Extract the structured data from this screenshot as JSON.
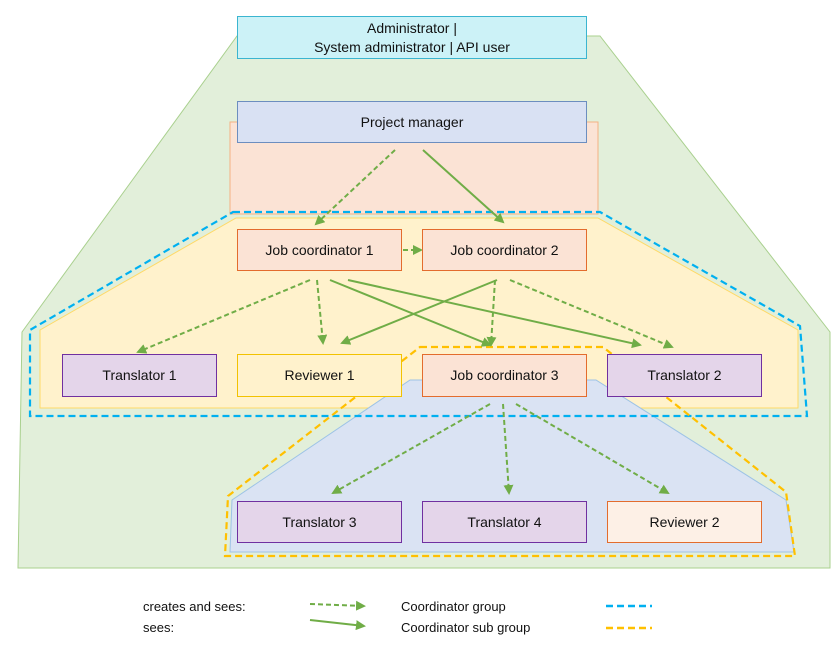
{
  "nodes": {
    "administrator_line1": "Administrator |",
    "administrator_line2": "System administrator | API user",
    "project_manager": "Project manager",
    "job_coordinator_1": "Job coordinator 1",
    "job_coordinator_2": "Job coordinator 2",
    "job_coordinator_3": "Job coordinator 3",
    "translator_1": "Translator 1",
    "translator_2": "Translator 2",
    "translator_3": "Translator 3",
    "translator_4": "Translator 4",
    "reviewer_1": "Reviewer 1",
    "reviewer_2": "Reviewer 2"
  },
  "legend": {
    "creates_and_sees": "creates and sees:",
    "sees": "sees:",
    "coordinator_group": "Coordinator group",
    "coordinator_sub_group": "Coordinator sub group"
  },
  "colors": {
    "arrow": "#70ad47",
    "coordinator_group_line": "#00b0f0",
    "coordinator_sub_group_line": "#ffc000",
    "admin_region": "#e2efda",
    "pm_region": "#fbe3d5",
    "group_region": "#fff2cc",
    "sub_group_region": "#dae3f3"
  }
}
